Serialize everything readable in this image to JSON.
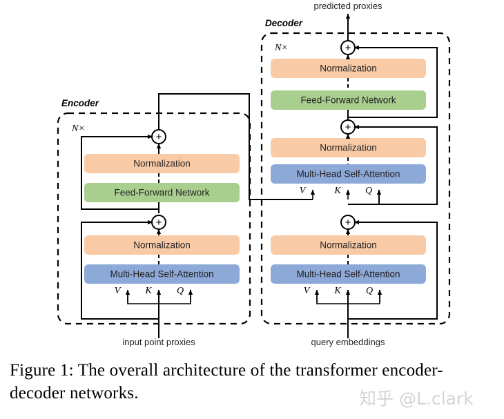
{
  "figure": {
    "caption": "Figure 1:  The overall architecture of the transformer encoder-decoder networks.",
    "watermark": "知乎 @L.clark"
  },
  "colors": {
    "normalization": "#F8CBA6",
    "feed_forward": "#A8CF8E",
    "attention": "#8CA9D8",
    "line": "#000000",
    "background": "#FFFFFF",
    "text": "#231F20"
  },
  "labels": {
    "encoder": "Encoder",
    "decoder": "Decoder",
    "repeat": "N×",
    "normalization": "Normalization",
    "feed_forward": "Feed-Forward Network",
    "attention": "Multi-Head Self-Attention",
    "v": "V",
    "k": "K",
    "q": "Q",
    "plus": "+",
    "input_point_proxies": "input point proxies",
    "query_embeddings": "query embeddings",
    "predicted_proxies": "predicted proxies"
  },
  "encoder": {
    "title": "Encoder",
    "repeat": "N×",
    "sublayers": [
      {
        "name": "feed-forward-sublayer",
        "blocks": [
          {
            "label": "Normalization",
            "color": "#F8CBA6"
          },
          {
            "label": "Feed-Forward Network",
            "color": "#A8CF8E"
          }
        ],
        "residual": true,
        "add_node": "+"
      },
      {
        "name": "self-attention-sublayer",
        "blocks": [
          {
            "label": "Normalization",
            "color": "#F8CBA6"
          },
          {
            "label": "Multi-Head Self-Attention",
            "color": "#8CA9D8"
          }
        ],
        "inputs": [
          "V",
          "K",
          "Q"
        ],
        "residual": true,
        "add_node": "+"
      }
    ],
    "input_label": "input point proxies"
  },
  "decoder": {
    "title": "Decoder",
    "repeat": "N×",
    "sublayers": [
      {
        "name": "feed-forward-sublayer",
        "blocks": [
          {
            "label": "Normalization",
            "color": "#F8CBA6"
          },
          {
            "label": "Feed-Forward Network",
            "color": "#A8CF8E"
          }
        ],
        "residual": true,
        "add_node": "+"
      },
      {
        "name": "cross-attention-sublayer",
        "blocks": [
          {
            "label": "Normalization",
            "color": "#F8CBA6"
          },
          {
            "label": "Multi-Head Self-Attention",
            "color": "#8CA9D8"
          }
        ],
        "inputs": [
          "V",
          "K",
          "Q"
        ],
        "residual": true,
        "add_node": "+"
      },
      {
        "name": "self-attention-sublayer",
        "blocks": [
          {
            "label": "Normalization",
            "color": "#F8CBA6"
          },
          {
            "label": "Multi-Head Self-Attention",
            "color": "#8CA9D8"
          }
        ],
        "inputs": [
          "V",
          "K",
          "Q"
        ],
        "residual": true,
        "add_node": "+"
      }
    ],
    "input_label": "query embeddings",
    "output_label": "predicted proxies"
  }
}
